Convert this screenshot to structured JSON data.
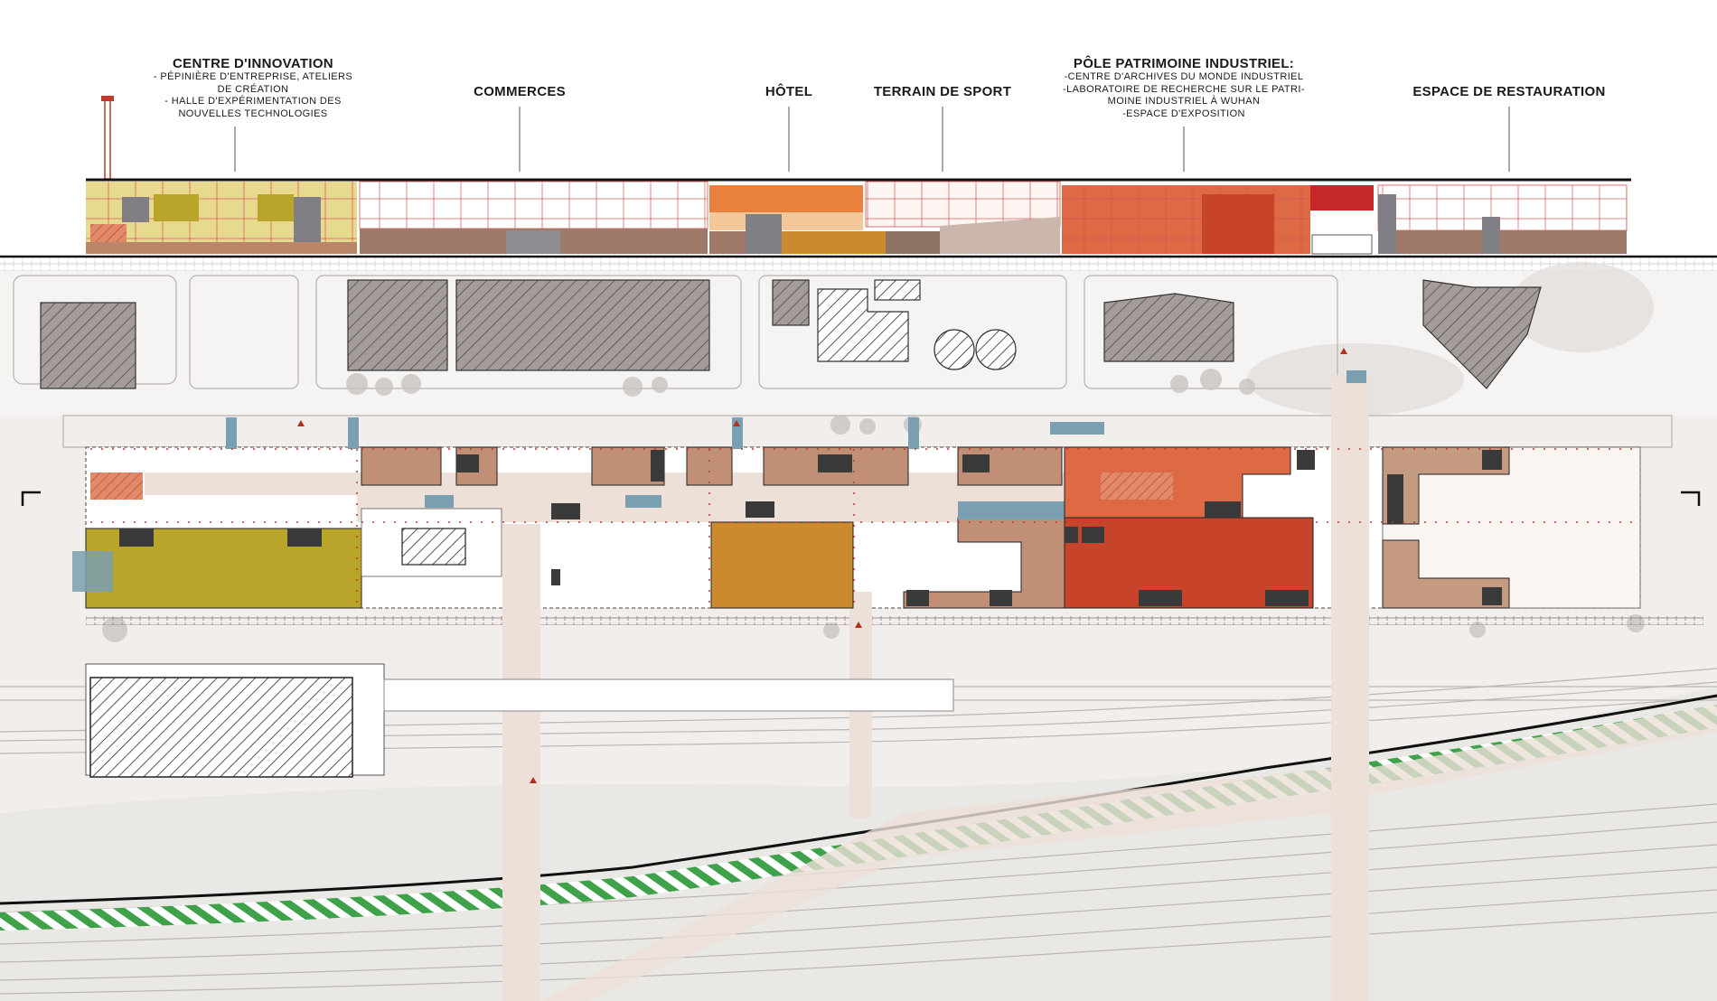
{
  "programs": [
    {
      "id": "innovation",
      "title": "CENTRE D'INNOVATION",
      "details": [
        "- PÉPINIÈRE D'ENTREPRISE, ATELIERS",
        "DE CRÉATION",
        "- HALLE D'EXPÉRIMENTATION DES",
        "NOUVELLES TECHNOLOGIES"
      ]
    },
    {
      "id": "commerces",
      "title": "COMMERCES",
      "details": []
    },
    {
      "id": "hotel",
      "title": "HÔTEL",
      "details": []
    },
    {
      "id": "sport",
      "title": "TERRAIN DE SPORT",
      "details": []
    },
    {
      "id": "patrimoine",
      "title": "PÔLE PATRIMOINE INDUSTRIEL:",
      "details": [
        "-CENTRE D'ARCHIVES DU MONDE INDUSTRIEL",
        "-LABORATOIRE DE RECHERCHE SUR LE PATRI-",
        "MOINE INDUSTRIEL À WUHAN",
        "-ESPACE D'EXPOSITION"
      ]
    },
    {
      "id": "restauration",
      "title": "ESPACE DE RESTAURATION",
      "details": []
    }
  ],
  "colors": {
    "innovation": "#b8a52a",
    "innovation_light": "#e7d98e",
    "commerce": "#c08f76",
    "hotel": "#cc8a2e",
    "hotel_light": "#e8803e",
    "patrimoine": "#c7432a",
    "patrimoine_light": "#dd6a45",
    "restauration": "#c49a80",
    "path": "#ece0d8",
    "green_hatch": "#3fa14a",
    "red": "#c0392b"
  }
}
